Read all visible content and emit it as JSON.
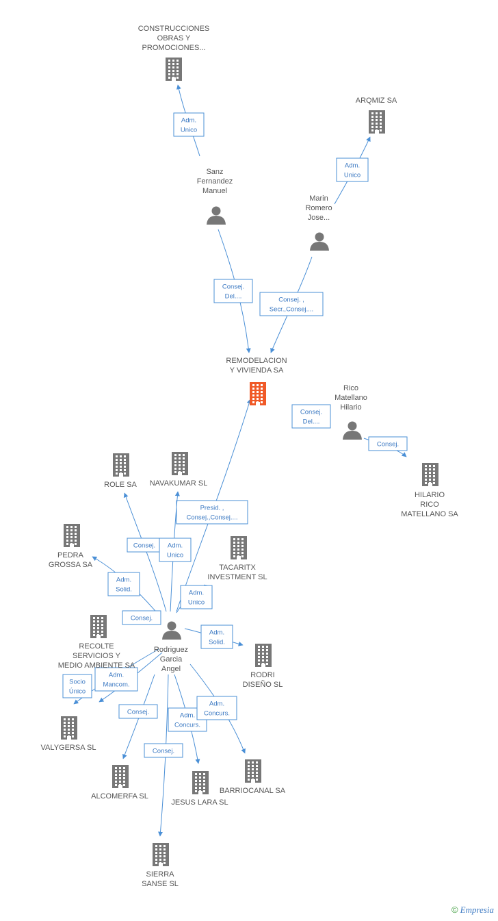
{
  "colors": {
    "company": "#777777",
    "focus_company": "#f05a28",
    "person": "#777777",
    "edge": "#4a8fd6",
    "edge_text": "#3a78c2"
  },
  "nodes": [
    {
      "id": "construcciones",
      "type": "company",
      "label": [
        "CONSTRUCCIONES",
        "OBRAS Y",
        "PROMOCIONES..."
      ]
    },
    {
      "id": "arqmiz",
      "type": "company",
      "label": [
        "ARQMIZ SA"
      ]
    },
    {
      "id": "sanz",
      "type": "person",
      "label": [
        "Sanz",
        "Fernandez",
        "Manuel"
      ]
    },
    {
      "id": "marin",
      "type": "person",
      "label": [
        "Marin",
        "Romero",
        "Jose..."
      ]
    },
    {
      "id": "remodelacion",
      "type": "focus",
      "label": [
        "REMODELACION",
        "Y VIVIENDA SA"
      ]
    },
    {
      "id": "rico",
      "type": "person",
      "label": [
        "Rico",
        "Matellano",
        "Hilario"
      ]
    },
    {
      "id": "hilario_rico",
      "type": "company",
      "label": [
        "HILARIO",
        "RICO",
        "MATELLANO SA"
      ]
    },
    {
      "id": "role",
      "type": "company",
      "label": [
        "ROLE SA"
      ]
    },
    {
      "id": "navakumar",
      "type": "company",
      "label": [
        "NAVAKUMAR SL"
      ]
    },
    {
      "id": "pedra",
      "type": "company",
      "label": [
        "PEDRA",
        "GROSSA SA"
      ]
    },
    {
      "id": "tacaritx",
      "type": "company",
      "label": [
        "TACARITX",
        "INVESTMENT  SL"
      ]
    },
    {
      "id": "recolte",
      "type": "company",
      "label": [
        "RECOLTE",
        "SERVICIOS Y",
        "MEDIO AMBIENTE SA"
      ]
    },
    {
      "id": "rodriguez",
      "type": "person",
      "label": [
        "Rodriguez",
        "Garcia",
        "Angel"
      ]
    },
    {
      "id": "rodri",
      "type": "company",
      "label": [
        "RODRI",
        "DISEÑO  SL"
      ]
    },
    {
      "id": "valygersa",
      "type": "company",
      "label": [
        "VALYGERSA SL"
      ]
    },
    {
      "id": "alcomerfa",
      "type": "company",
      "label": [
        "ALCOMERFA SL"
      ]
    },
    {
      "id": "jesus_lara",
      "type": "company",
      "label": [
        "JESUS LARA SL"
      ]
    },
    {
      "id": "barriocanal",
      "type": "company",
      "label": [
        "BARRIOCANAL SA"
      ]
    },
    {
      "id": "sierra",
      "type": "company",
      "label": [
        "SIERRA",
        "SANSE SL"
      ]
    }
  ],
  "edges": [
    {
      "id": "e-sanz-construcciones",
      "label": [
        "Adm.",
        "Unico"
      ]
    },
    {
      "id": "e-marin-arqmiz",
      "label": [
        "Adm.",
        "Unico"
      ]
    },
    {
      "id": "e-sanz-remodelacion",
      "label": [
        "Consej.",
        "Del...."
      ]
    },
    {
      "id": "e-marin-remodelacion",
      "label": [
        "Consej. ,",
        "Secr.,Consej...."
      ]
    },
    {
      "id": "e-rico-remodelacion",
      "label": [
        "Consej.",
        "Del...."
      ]
    },
    {
      "id": "e-rico-hilario",
      "label": [
        "Consej."
      ]
    },
    {
      "id": "e-rodriguez-remodelacion",
      "label": [
        "Presid. ,",
        "Consej.,Consej...."
      ]
    },
    {
      "id": "e-rodriguez-role",
      "label": [
        "Consej."
      ]
    },
    {
      "id": "e-rodriguez-navakumar",
      "label": [
        "Adm.",
        "Unico"
      ]
    },
    {
      "id": "e-rodriguez-pedra",
      "label": [
        "Adm.",
        "Solid."
      ]
    },
    {
      "id": "e-rodriguez-tacaritx",
      "label": [
        "Adm.",
        "Unico"
      ]
    },
    {
      "id": "e-rodriguez-recolte",
      "label": [
        "Consej."
      ]
    },
    {
      "id": "e-rodriguez-rodri",
      "label": [
        "Adm.",
        "Solid."
      ]
    },
    {
      "id": "e-rodriguez-valygersa-socio",
      "label": [
        "Socio",
        "Único"
      ]
    },
    {
      "id": "e-rodriguez-valygersa-mancom",
      "label": [
        "Adm.",
        "Mancom."
      ]
    },
    {
      "id": "e-rodriguez-alcomerfa",
      "label": [
        "Consej."
      ]
    },
    {
      "id": "e-rodriguez-jesus",
      "label": [
        "Adm.",
        "Concurs."
      ]
    },
    {
      "id": "e-rodriguez-barriocanal",
      "label": [
        "Adm.",
        "Concurs."
      ]
    },
    {
      "id": "e-rodriguez-sierra",
      "label": [
        "Consej."
      ]
    }
  ],
  "watermark": {
    "symbol": "©",
    "brand": "Empresia"
  }
}
